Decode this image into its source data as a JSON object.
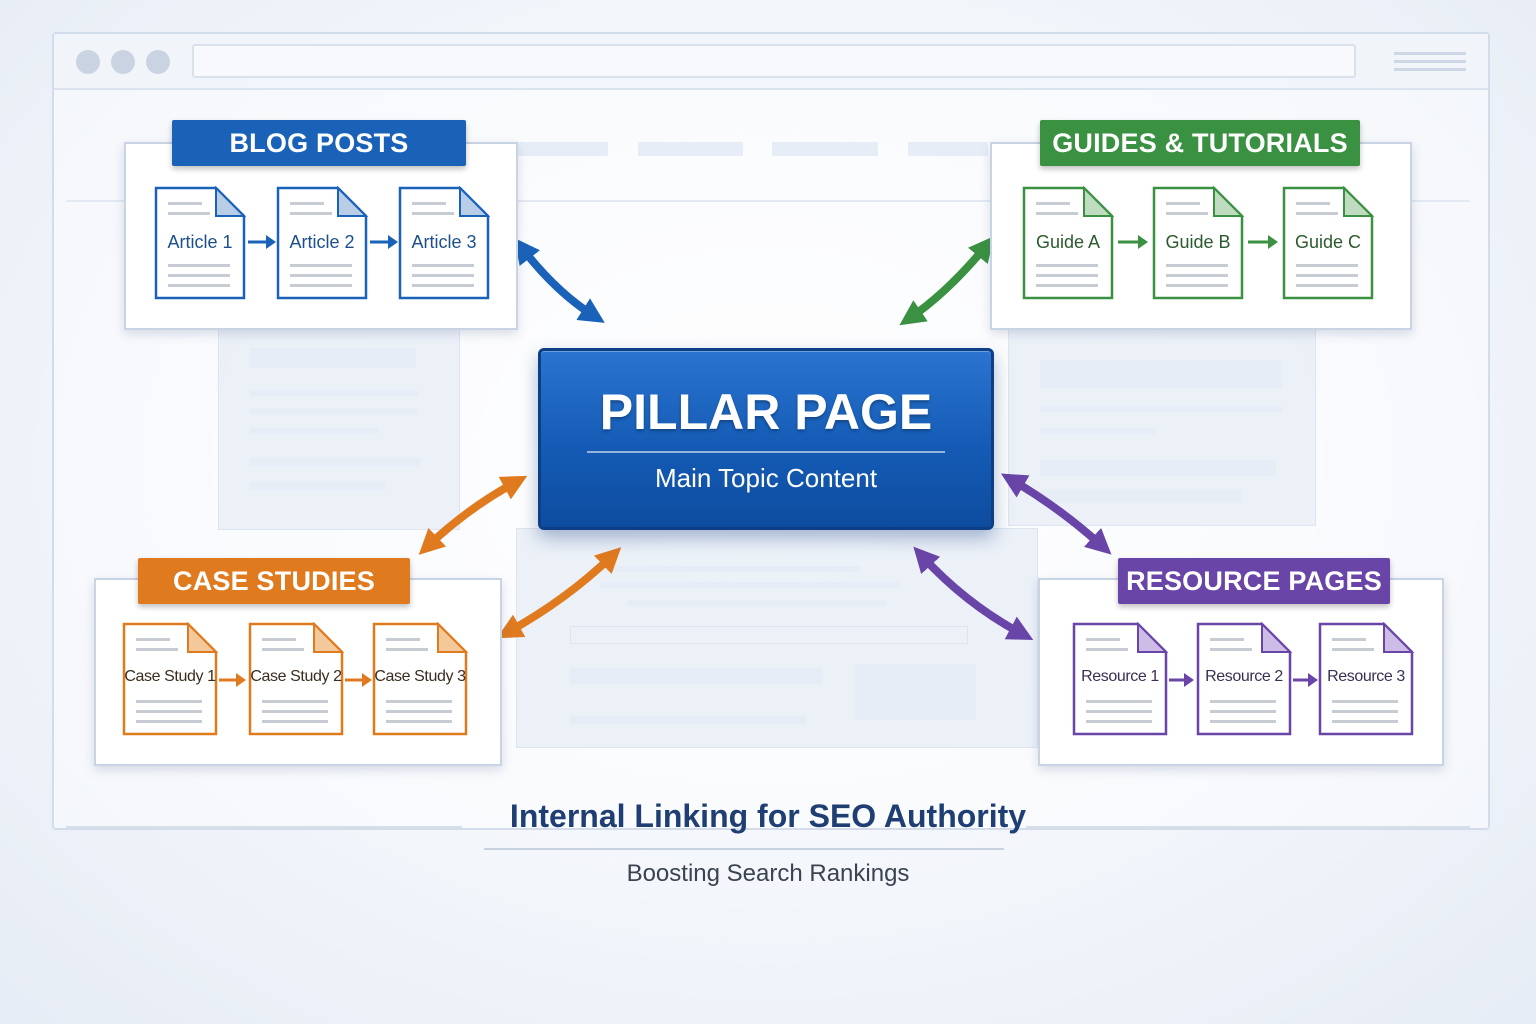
{
  "pillar": {
    "title": "PILLAR PAGE",
    "subtitle": "Main Topic Content",
    "color": "#1a5fb4"
  },
  "groups": [
    {
      "id": "blog",
      "title": "BLOG POSTS",
      "color": "#1a62b8",
      "docs": [
        "Article 1",
        "Article 2",
        "Article 3"
      ]
    },
    {
      "id": "guides",
      "title": "GUIDES & TUTORIALS",
      "color": "#3a9142",
      "docs": [
        "Guide A",
        "Guide B",
        "Guide C"
      ]
    },
    {
      "id": "cases",
      "title": "CASE STUDIES",
      "color": "#e07a1f",
      "docs": [
        "Case Study 1",
        "Case Study 2",
        "Case Study 3"
      ]
    },
    {
      "id": "resources",
      "title": "RESOURCE PAGES",
      "color": "#6a45a8",
      "docs": [
        "Resource 1",
        "Resource 2",
        "Resource 3"
      ]
    }
  ],
  "footer": {
    "title": "Internal Linking for SEO Authority",
    "subtitle": "Boosting Search Rankings"
  }
}
